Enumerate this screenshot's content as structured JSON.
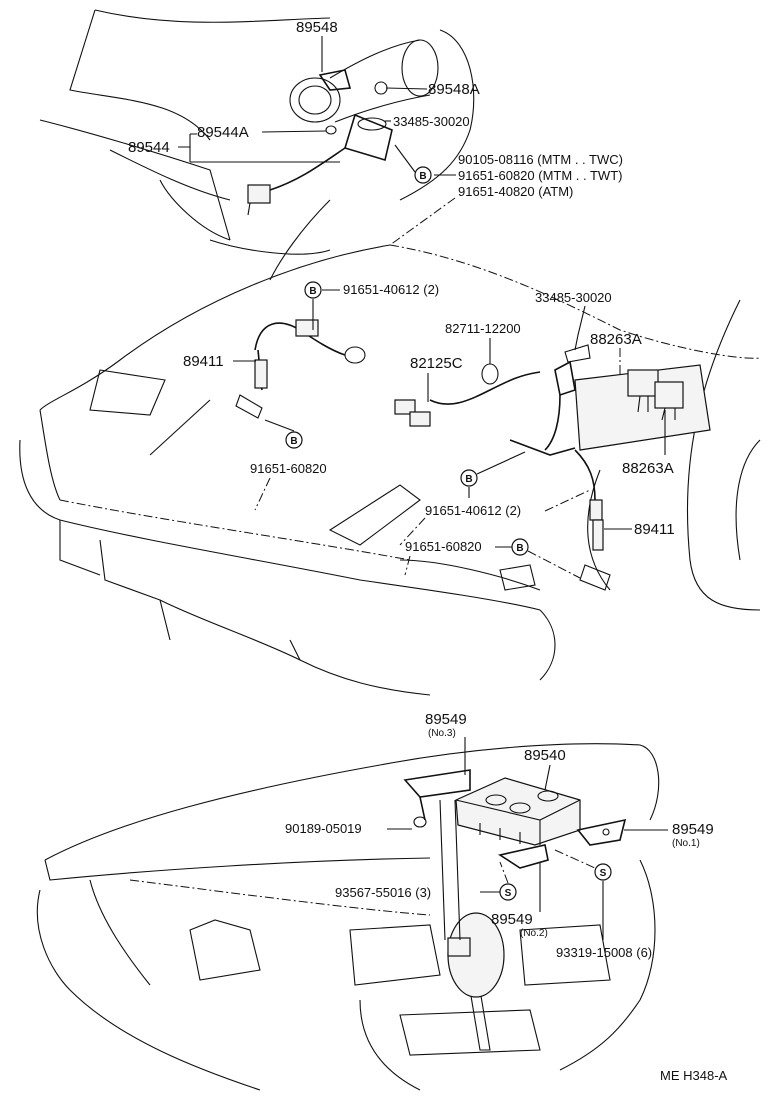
{
  "callouts": {
    "p89548": "89548",
    "p89548A": "89548A",
    "p89544": "89544",
    "p89544A": "89544A",
    "p33485a": "33485-30020",
    "p90105": "90105-08116 (MTM . . TWC)",
    "p91651a": "91651-60820 (MTM . . TWT)",
    "p91651b": "91651-40820 (ATM)",
    "p91651c": "91651-40612 (2)",
    "p33485b": "33485-30020",
    "p82711": "82711-12200",
    "p88263A_top": "88263A",
    "p89411_left": "89411",
    "p82125C": "82125C",
    "p91651d": "91651-60820",
    "p88263A_bot": "88263A",
    "p91651e": "91651-40612 (2)",
    "p89411_right": "89411",
    "p91651f": "91651-60820",
    "p89549_3": "89549",
    "p89549_3_sub": "(No.3)",
    "p89540": "89540",
    "p90189": "90189-05019",
    "p89549_1": "89549",
    "p89549_1_sub": "(No.1)",
    "p93567": "93567-55016 (3)",
    "p89549_2": "89549",
    "p89549_2_sub": "(No.2)",
    "p93319": "93319-15008 (6)"
  },
  "markers": {
    "b": "B",
    "s": "S"
  },
  "footer": {
    "code": "ME  H348-A"
  }
}
